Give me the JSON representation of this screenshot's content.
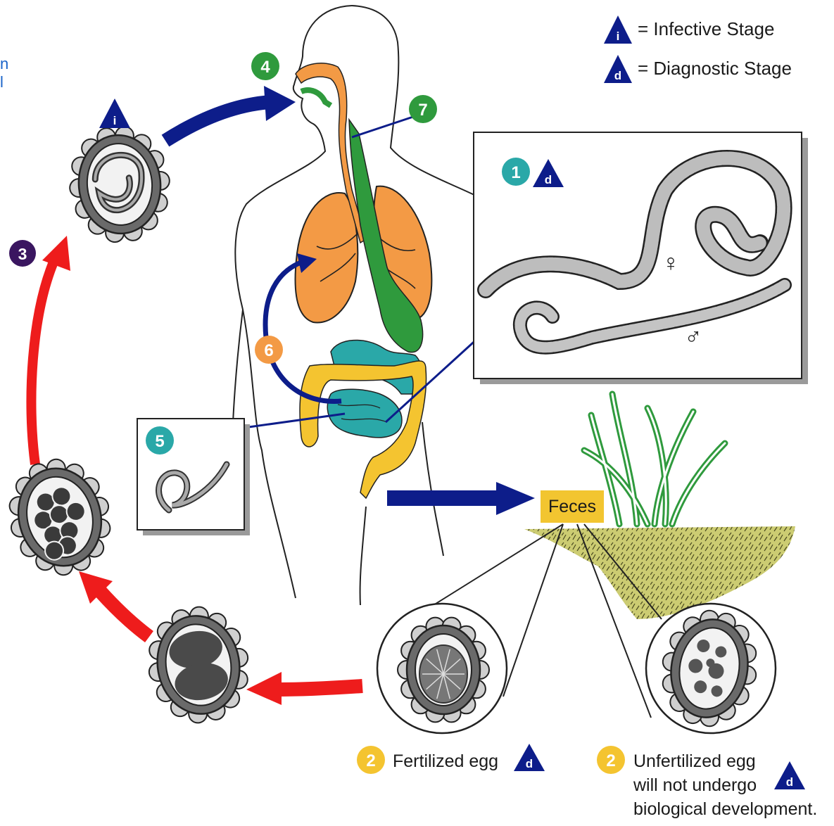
{
  "legend": {
    "infective_symbol": "i",
    "infective_label": "= Infective Stage",
    "diagnostic_symbol": "d",
    "diagnostic_label": "= Diagnostic Stage"
  },
  "steps": {
    "s1": "1",
    "s2": "2",
    "s3": "3",
    "s4": "4",
    "s5": "5",
    "s6": "6",
    "s7": "7"
  },
  "labels": {
    "feces": "Feces",
    "fertilized_egg": "Fertilized egg",
    "unfertilized_line1": "Unfertilized egg",
    "unfertilized_line2": "will not undergo",
    "unfertilized_line3": "biological development.",
    "female_symbol": "♀",
    "male_symbol": "♂"
  },
  "edge_fragment": {
    "line1": "n",
    "line2": "l"
  },
  "colors": {
    "navy": "#0d1d8a",
    "red": "#ee1c1c",
    "orange": "#f39a45",
    "green": "#2f9a3d",
    "yellow": "#f4c430",
    "teal": "#2aa8a8",
    "purple": "#3a1660",
    "soil": "#c7c76a"
  }
}
